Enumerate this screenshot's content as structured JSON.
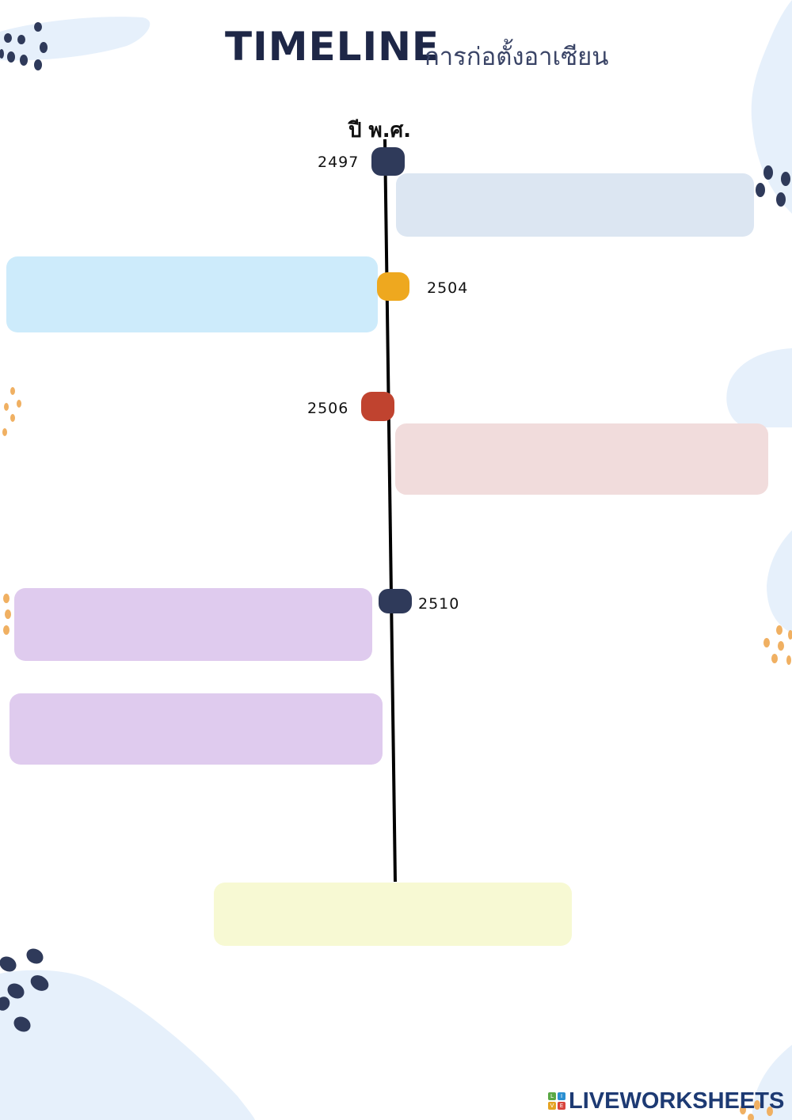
{
  "title": {
    "main": "TIMELINE",
    "sub": "การก่อตั้งอาเซียน"
  },
  "axis_label": "ปี พ.ศ.",
  "events": [
    {
      "year": "2497",
      "marker_color": "#2f3a5a",
      "box_color": "#dce6f2"
    },
    {
      "year": "2504",
      "marker_color": "#eea81f",
      "box_color": "#cdebfb"
    },
    {
      "year": "2506",
      "marker_color": "#c0432f",
      "box_color": "#f1dcdc"
    },
    {
      "year": "2510",
      "marker_color": "#2f3a5a",
      "box_color": "#dfcbee"
    }
  ],
  "extra_boxes": [
    {
      "color": "#dfcbee"
    },
    {
      "color": "#f7f9d3"
    }
  ],
  "logo": {
    "text": "LIVEWORKSHEETS",
    "mark_letters": [
      "L",
      "I",
      "V",
      "E"
    ]
  },
  "colors": {
    "dark_dots": "#2f3a5a",
    "orange_dots": "#f0b062",
    "blob": "#e6f0fb",
    "line": "#000000"
  }
}
